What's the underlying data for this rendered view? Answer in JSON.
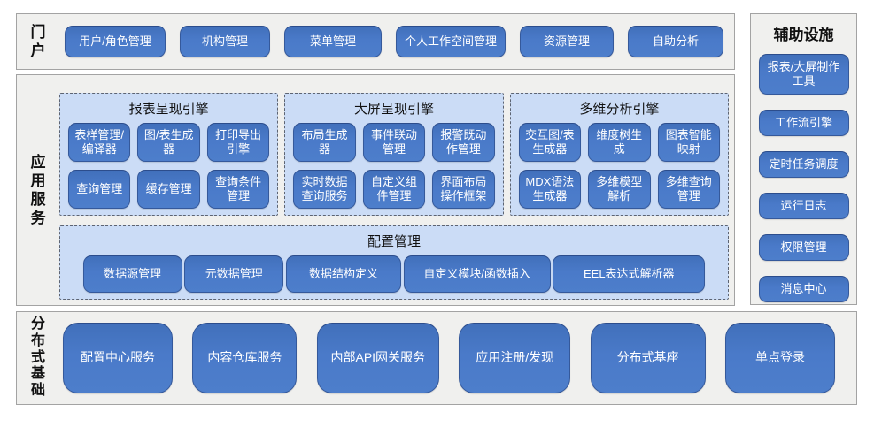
{
  "colors": {
    "button_blue": "#4a7ac9",
    "button_border": "#35599b",
    "panel_blue": "#cbdcf6",
    "section_gray": "#f0f0ee",
    "text_white": "#ffffff",
    "text_black": "#111111"
  },
  "portal": {
    "label": "门户",
    "items": [
      "用户/角色管理",
      "机构管理",
      "菜单管理",
      "个人工作空间管理",
      "资源管理",
      "自助分析"
    ]
  },
  "app_services": {
    "label": "应用服务",
    "engines": [
      {
        "title": "报表呈现引擎",
        "items": [
          "表样管理/编译器",
          "图/表生成器",
          "打印导出引擎",
          "查询管理",
          "缓存管理",
          "查询条件管理"
        ]
      },
      {
        "title": "大屏呈现引擎",
        "items": [
          "布局生成器",
          "事件联动管理",
          "报警既动作管理",
          "实时数据查询服务",
          "自定义组件管理",
          "界面布局操作框架"
        ]
      },
      {
        "title": "多维分析引擎",
        "items": [
          "交互图/表生成器",
          "维度树生成",
          "图表智能映射",
          "MDX语法生成器",
          "多维模型解析",
          "多维查询管理"
        ]
      }
    ],
    "config": {
      "title": "配置管理",
      "items": [
        "数据源管理",
        "元数据管理",
        "数据结构定义",
        "自定义模块/函数插入",
        "EEL表达式解析器"
      ]
    }
  },
  "auxiliary": {
    "title": "辅助设施",
    "items": [
      "报表/大屏制作工具",
      "工作流引擎",
      "定时任务调度",
      "运行日志",
      "权限管理",
      "消息中心"
    ]
  },
  "distributed": {
    "label": "分布式基础",
    "items": [
      "配置中心服务",
      "内容仓库服务",
      "内部API网关服务",
      "应用注册/发现",
      "分布式基座",
      "单点登录"
    ]
  }
}
